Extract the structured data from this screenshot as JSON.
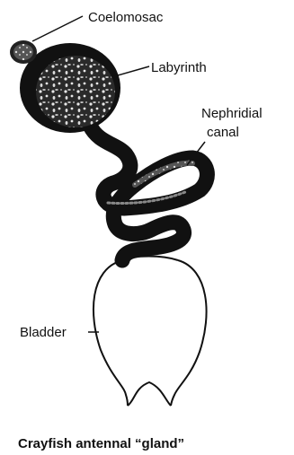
{
  "labels": {
    "coelomosac": "Coelomosac",
    "labyrinth": "Labyrinth",
    "nephridial_line1": "Nephridial",
    "nephridial_line2": "canal",
    "bladder": "Bladder"
  },
  "caption": "Crayfish antennal “gland”"
}
